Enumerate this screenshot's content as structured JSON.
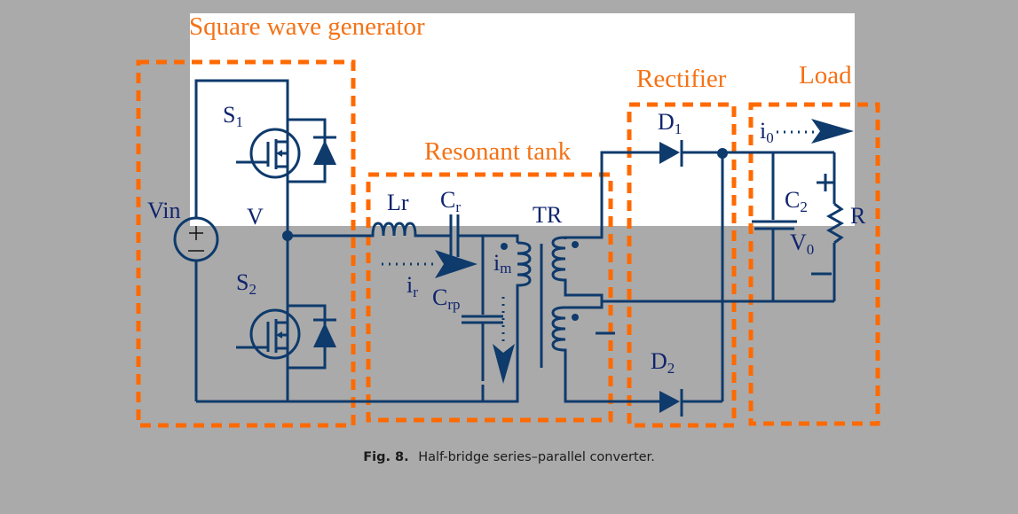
{
  "figure": {
    "sections": {
      "square_wave": "Square wave generator",
      "resonant": "Resonant tank",
      "rectifier": "Rectifier",
      "load": "Load"
    },
    "labels": {
      "vin": "Vin",
      "v": "V",
      "s1": "S",
      "s1_sub": "1",
      "s2": "S",
      "s2_sub": "2",
      "lr": "Lr",
      "cr": "C",
      "cr_sub": "r",
      "crp": "C",
      "crp_sub": "rp",
      "ir": "i",
      "ir_sub": "r",
      "im": "i",
      "im_sub": "m",
      "tr": "TR",
      "d1": "D",
      "d1_sub": "1",
      "d2": "D",
      "d2_sub": "2",
      "i0": "i",
      "i0_sub": "0",
      "c2": "C",
      "c2_sub": "2",
      "v0": "V",
      "v0_sub": "0",
      "r": "R",
      "plus": "+",
      "minus": "−",
      "src_plus": "+",
      "src_minus": "−"
    }
  },
  "caption": {
    "figure_number": "Fig. 8.",
    "text": "Half-bridge series–parallel converter."
  },
  "colors": {
    "background": "#aaaaaa",
    "circuit": "#0e3a6c",
    "section_box": "#ff6a00",
    "label": "#10246e"
  }
}
